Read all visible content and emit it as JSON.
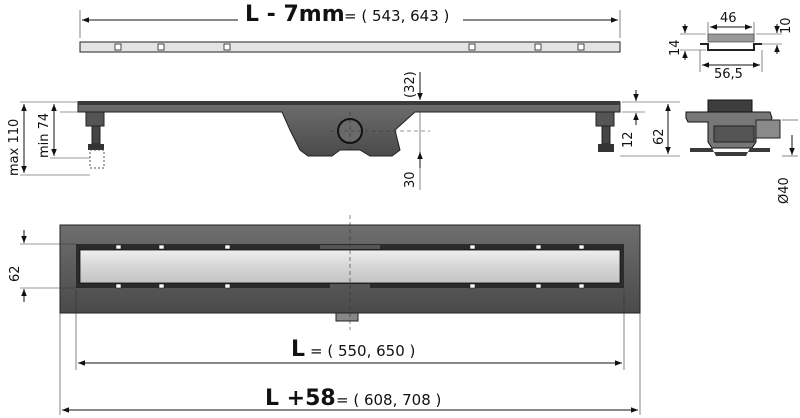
{
  "top_strip": {
    "length_label": "L - 7mm",
    "length_values": "= ( 543, 643 )"
  },
  "profile_section": {
    "width_top": "46",
    "height_left": "14",
    "height_right": "10",
    "width_bottom": "56,5"
  },
  "side_view": {
    "max_height": "max 110",
    "min_height": "min 74",
    "outlet_offset": "(32)",
    "drop_height": "30",
    "flange_height": "12",
    "body_height": "62"
  },
  "outlet": {
    "diameter": "Ø40"
  },
  "plan_view": {
    "grate_width": "62",
    "inner_length_label": "L",
    "inner_length_values": "= ( 550, 650 )",
    "total_length_label": "L +58",
    "total_length_values": "= ( 608, 708 )"
  },
  "colors": {
    "body_dark": "#5a5a5a",
    "body_mid": "#7d7d7d",
    "grate_light": "#d8d8d8",
    "frame_dark": "#2b2b2b"
  }
}
